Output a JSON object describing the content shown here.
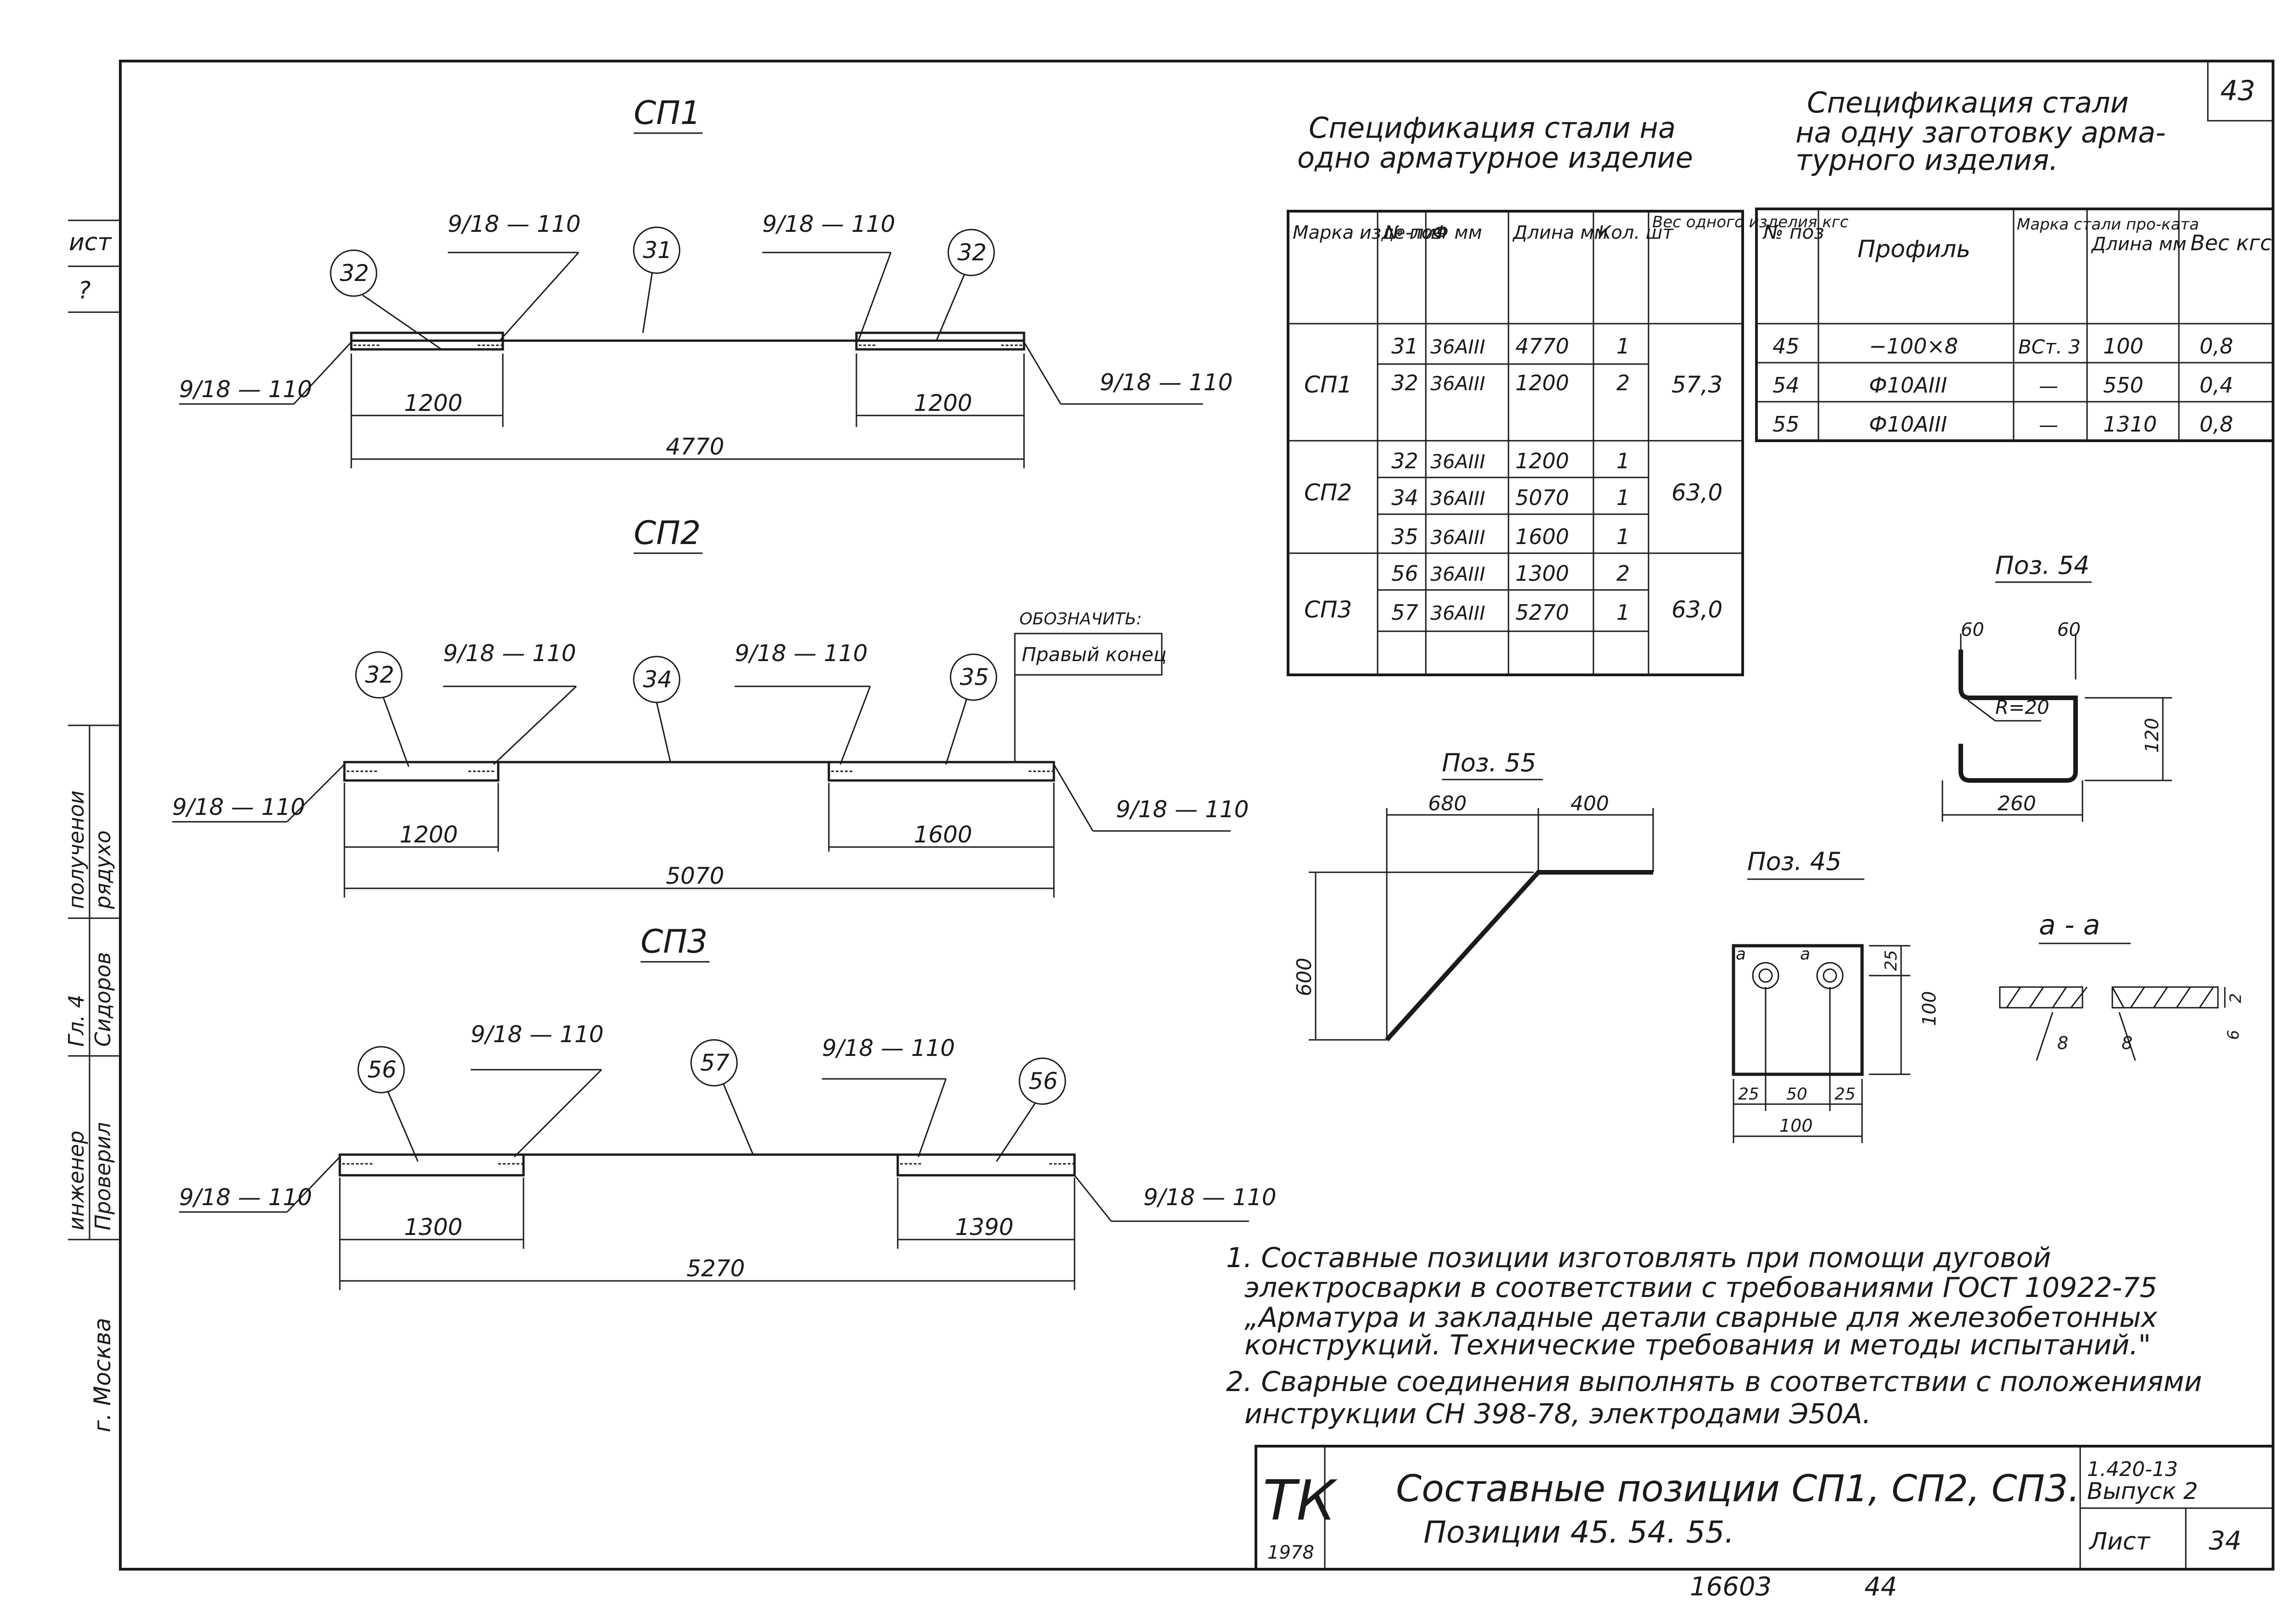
{
  "sheet": {
    "number": "43",
    "bottom_stamp": "16603",
    "bottom_stamp2": "44"
  },
  "left_strip": [
    "ист",
    "?",
    "инженер",
    "Проверил",
    "Гл. 4",
    "Сидоров",
    "полученои",
    "рядухо",
    "г. Москва"
  ],
  "drawings": {
    "sp1": {
      "title": "СП1",
      "marks": [
        "32",
        "31",
        "32"
      ],
      "weld_left": "9/18 — 110",
      "weld_right": "9/18 — 110",
      "weld_end_left": "9/18 — 110",
      "weld_end_right": "9/18 — 110",
      "dim_left": "1200",
      "dim_right": "1200",
      "dim_total": "4770"
    },
    "sp2": {
      "title": "СП2",
      "marks": [
        "32",
        "34",
        "35"
      ],
      "note_label": "ОБОЗНАЧИТЬ:",
      "note_text": "Правый конец",
      "weld_left": "9/18 — 110",
      "weld_right": "9/18 — 110",
      "weld_end_left": "9/18 — 110",
      "weld_end_right": "9/18 — 110",
      "dim_left": "1200",
      "dim_right": "1600",
      "dim_total": "5070"
    },
    "sp3": {
      "title": "СП3",
      "marks": [
        "56",
        "57",
        "56"
      ],
      "weld_left": "9/18 — 110",
      "weld_right": "9/18 — 110",
      "weld_end_left": "9/18 — 110",
      "weld_end_right": "9/18 — 110",
      "dim_left": "1300",
      "dim_right": "1390",
      "dim_total": "5270"
    }
  },
  "spec1": {
    "title_line1": "Спецификация стали на",
    "title_line2": "одно арматурное изделие",
    "headers": [
      "Марка изде-лия",
      "№ поз",
      "Ф мм",
      "Длина мм",
      "Кол. шт",
      "Вес одного изделия кгс"
    ],
    "groups": [
      {
        "mark": "СП1",
        "weight": "57,3",
        "rows": [
          [
            "31",
            "36АIII",
            "4770",
            "1"
          ],
          [
            "32",
            "36АIII",
            "1200",
            "2"
          ]
        ]
      },
      {
        "mark": "СП2",
        "weight": "63,0",
        "rows": [
          [
            "32",
            "36АIII",
            "1200",
            "1"
          ],
          [
            "34",
            "36АIII",
            "5070",
            "1"
          ],
          [
            "35",
            "36АIII",
            "1600",
            "1"
          ]
        ]
      },
      {
        "mark": "СП3",
        "weight": "63,0",
        "rows": [
          [
            "56",
            "36АIII",
            "1300",
            "2"
          ],
          [
            "57",
            "36АIII",
            "5270",
            "1"
          ]
        ]
      }
    ]
  },
  "spec2": {
    "title_line1": "Спецификация стали",
    "title_line2": "на одну заготовку арма-",
    "title_line3": "турного изделия.",
    "headers": [
      "№ поз",
      "Профиль",
      "Марка стали про-ката",
      "Длина мм",
      "Вес кгс"
    ],
    "rows": [
      [
        "45",
        "−100×8",
        "ВСт. 3",
        "100",
        "0,8"
      ],
      [
        "54",
        "Ф10АIII",
        "—",
        "550",
        "0,4"
      ],
      [
        "55",
        "Ф10АIII",
        "—",
        "1310",
        "0,8"
      ]
    ]
  },
  "details": {
    "poz55": {
      "title": "Поз. 55",
      "d1": "680",
      "d2": "400",
      "d3": "600"
    },
    "poz54": {
      "title": "Поз. 54",
      "d1": "60",
      "d2": "60",
      "radius": "R=20",
      "d3": "120",
      "d4": "260"
    },
    "poz45": {
      "title": "Поз. 45",
      "a1": "а",
      "a2": "а",
      "d1": "25",
      "d2": "100",
      "d3": "25",
      "d4": "50",
      "d5": "25",
      "d6": "100"
    },
    "aa": {
      "title": "а - а",
      "d1": "2",
      "d2": "8",
      "d3": "8",
      "d4": "6"
    }
  },
  "notes": [
    "1. Составные позиции изготовлять при помощи дуговой",
    "электросварки в соответствии с требованиями ГОСТ 10922-75",
    "„Арматура и закладные детали сварные для железобетонных",
    "конструкций. Технические требования и методы испытаний.\"",
    "2. Сварные соединения выполнять в соответствии с положениями",
    "инструкции СН 398-78, электродами Э50А."
  ],
  "title_block": {
    "logo": "ТК",
    "year": "1978",
    "title1": "Составные позиции СП1, СП2, СП3.",
    "title2": "Позиции 45. 54. 55.",
    "series": "1.420-13",
    "issue": "Выпуск 2",
    "sheet_label": "Лист",
    "sheet_no": "34"
  }
}
